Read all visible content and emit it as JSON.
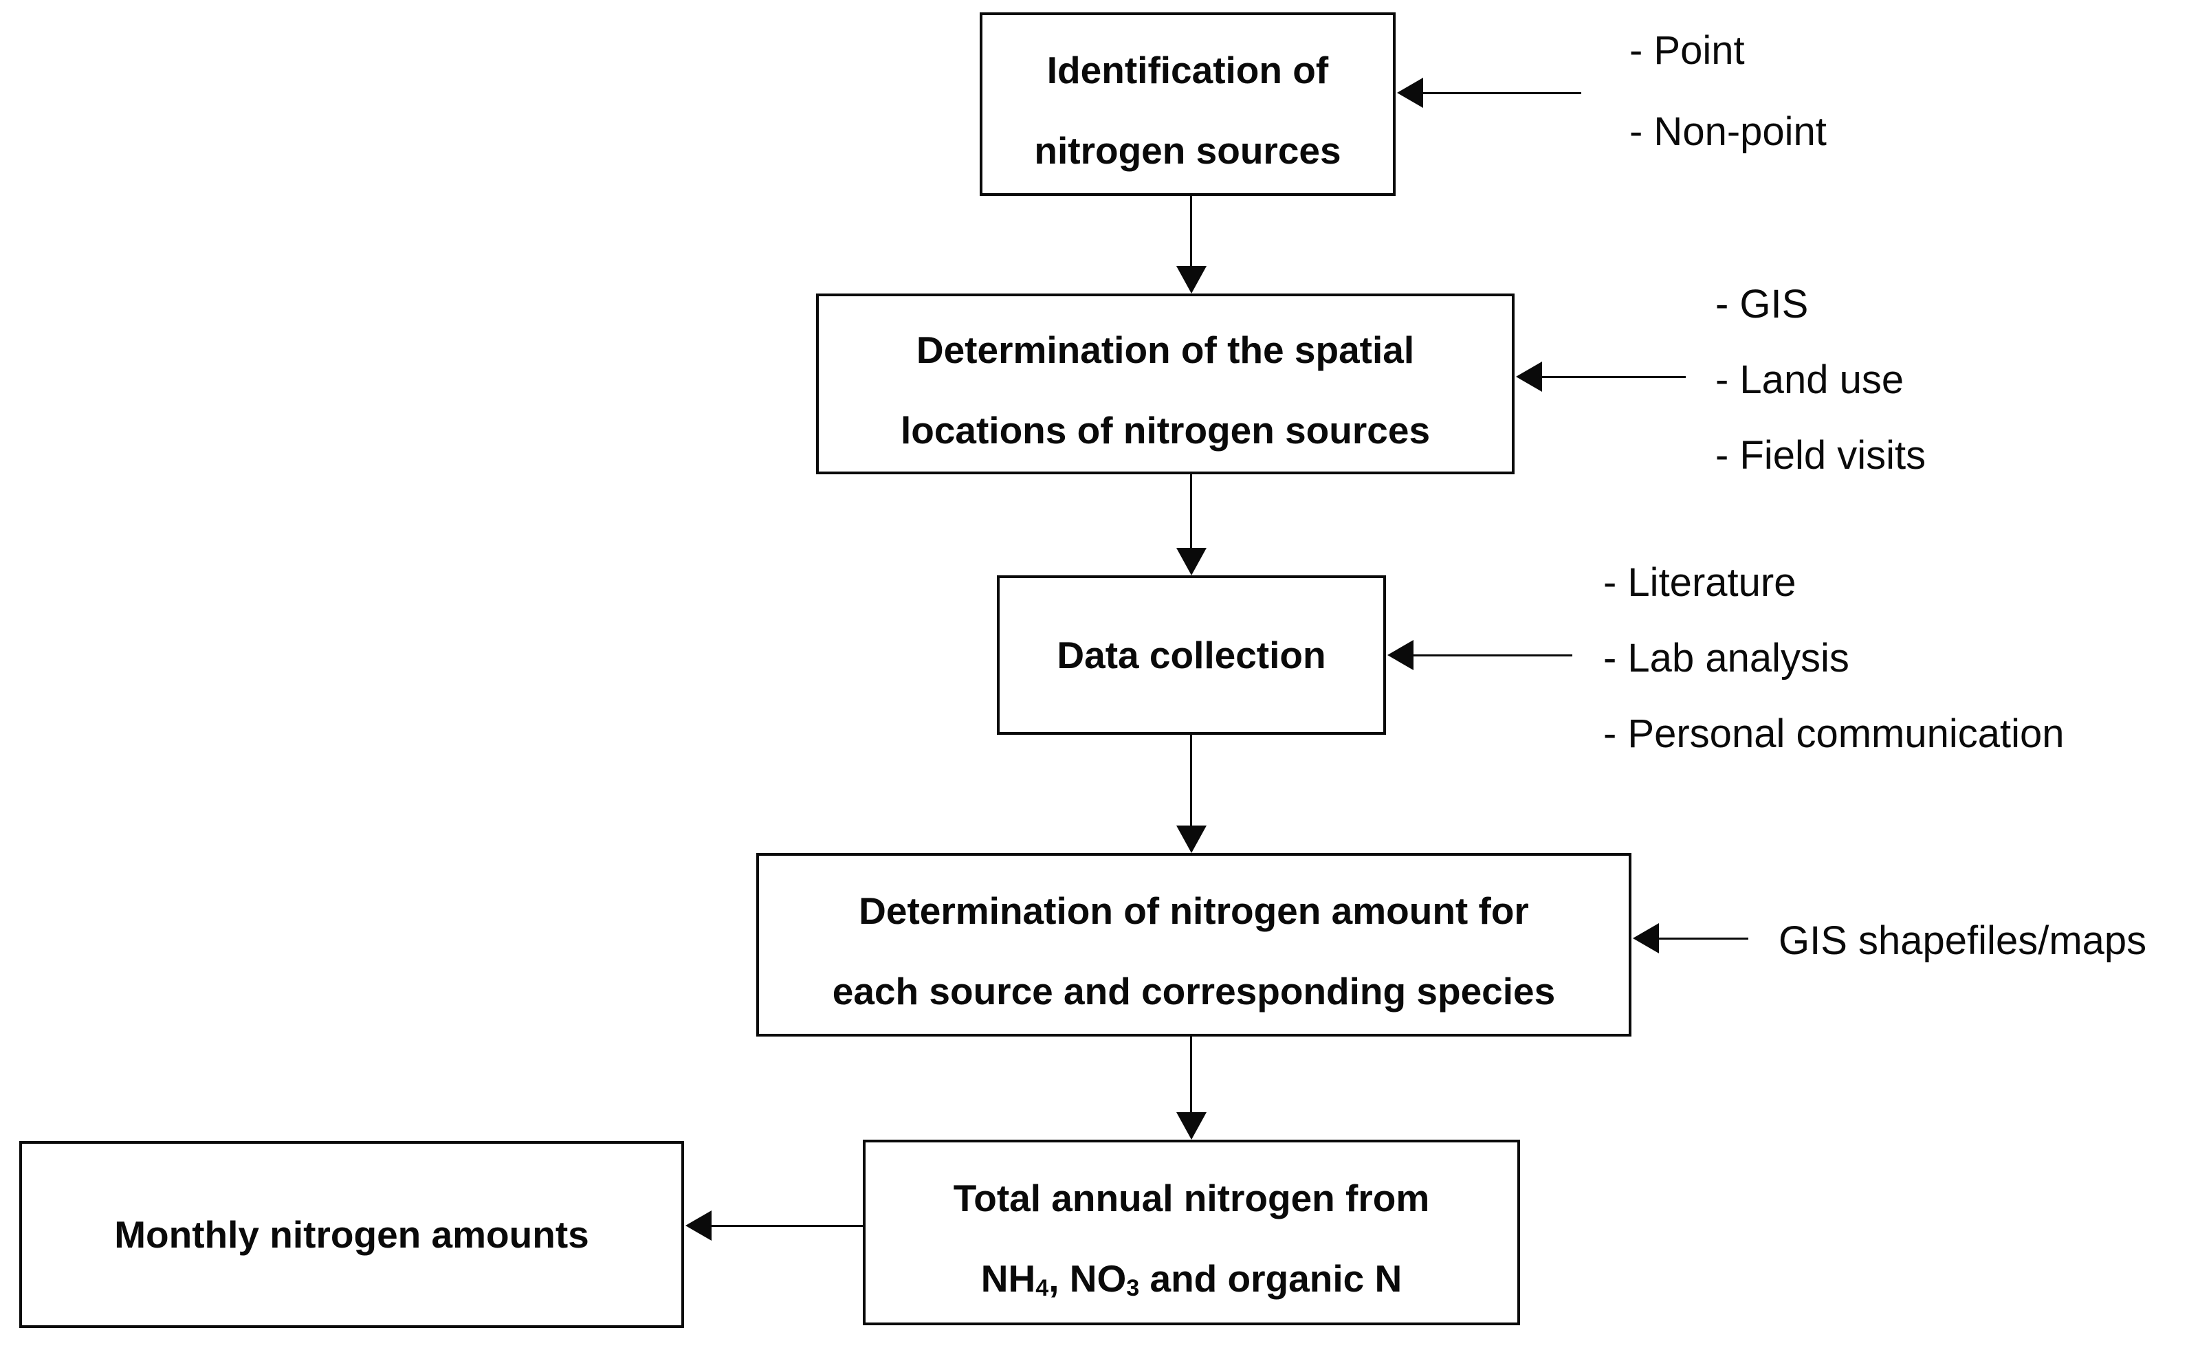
{
  "figure": {
    "background_color": "#ffffff",
    "line_color": "#0a0a0a",
    "boxes": [
      {
        "id": "identification",
        "lines": [
          "Identification of",
          "nitrogen sources"
        ]
      },
      {
        "id": "spatial",
        "lines": [
          "Determination of the spatial",
          "locations of nitrogen sources"
        ]
      },
      {
        "id": "data_collection",
        "lines": [
          "Data collection"
        ]
      },
      {
        "id": "amount",
        "lines": [
          "Determination of nitrogen amount for",
          "each source and corresponding species"
        ]
      },
      {
        "id": "monthly",
        "lines": [
          "Monthly nitrogen amounts"
        ]
      },
      {
        "id": "total_annual",
        "line1": "Total annual nitrogen from",
        "line2_parts": {
          "t1": "NH",
          "sub1": "4",
          "t2": ", NO",
          "sub2": "3",
          "t3": " and organic N"
        }
      }
    ],
    "annotations": [
      {
        "id": "point_types",
        "items": [
          "- Point",
          "- Non-point"
        ]
      },
      {
        "id": "loc_methods",
        "items": [
          "- GIS",
          "- Land use",
          "- Field visits"
        ]
      },
      {
        "id": "data_sources",
        "items": [
          "- Literature",
          "- Lab analysis",
          "- Personal communication"
        ]
      },
      {
        "id": "gis_output",
        "items": [
          "GIS shapefiles/maps"
        ]
      }
    ]
  }
}
